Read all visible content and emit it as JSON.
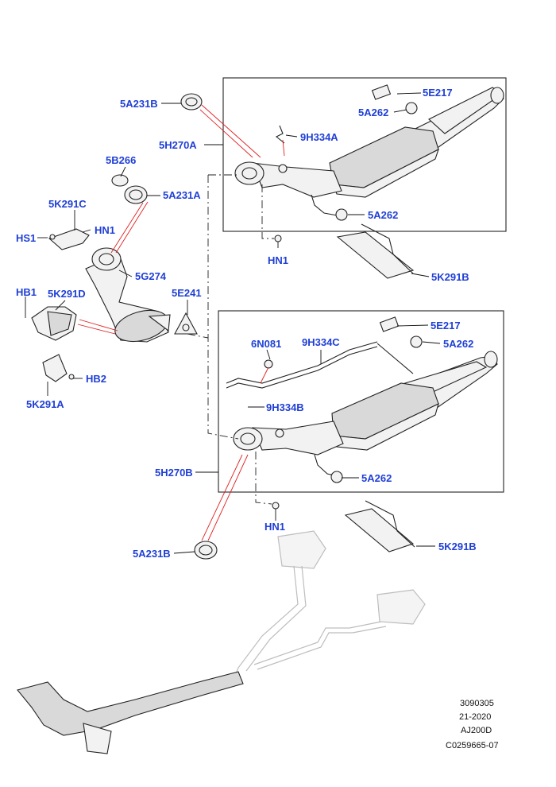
{
  "labels": {
    "l1": "5A231B",
    "l2": "5H270A",
    "l3": "9H334A",
    "l4": "5E217",
    "l5": "5A262",
    "l6": "5B266",
    "l7": "5A231A",
    "l8": "5K291C",
    "l9": "HN1",
    "l10": "HS1",
    "l11": "5A262",
    "l12": "HN1",
    "l13": "5G274",
    "l14": "5K291B",
    "l15": "HB1",
    "l16": "5K291D",
    "l17": "5E241",
    "l18": "5E217",
    "l19": "6N081",
    "l20": "9H334C",
    "l21": "5A262",
    "l22": "HB2",
    "l23": "5K291A",
    "l24": "9H334B",
    "l25": "5H270B",
    "l26": "5A262",
    "l27": "HN1",
    "l28": "5K291B",
    "l29": "5A231B"
  },
  "reference": {
    "line1": "3090305",
    "line2": "21-2020",
    "line3": "AJ200D",
    "line4": "C0259665-07"
  },
  "colors": {
    "label": "#1f3fd6",
    "callout_red": "#e02020",
    "ghost": "#bdbdbd"
  }
}
